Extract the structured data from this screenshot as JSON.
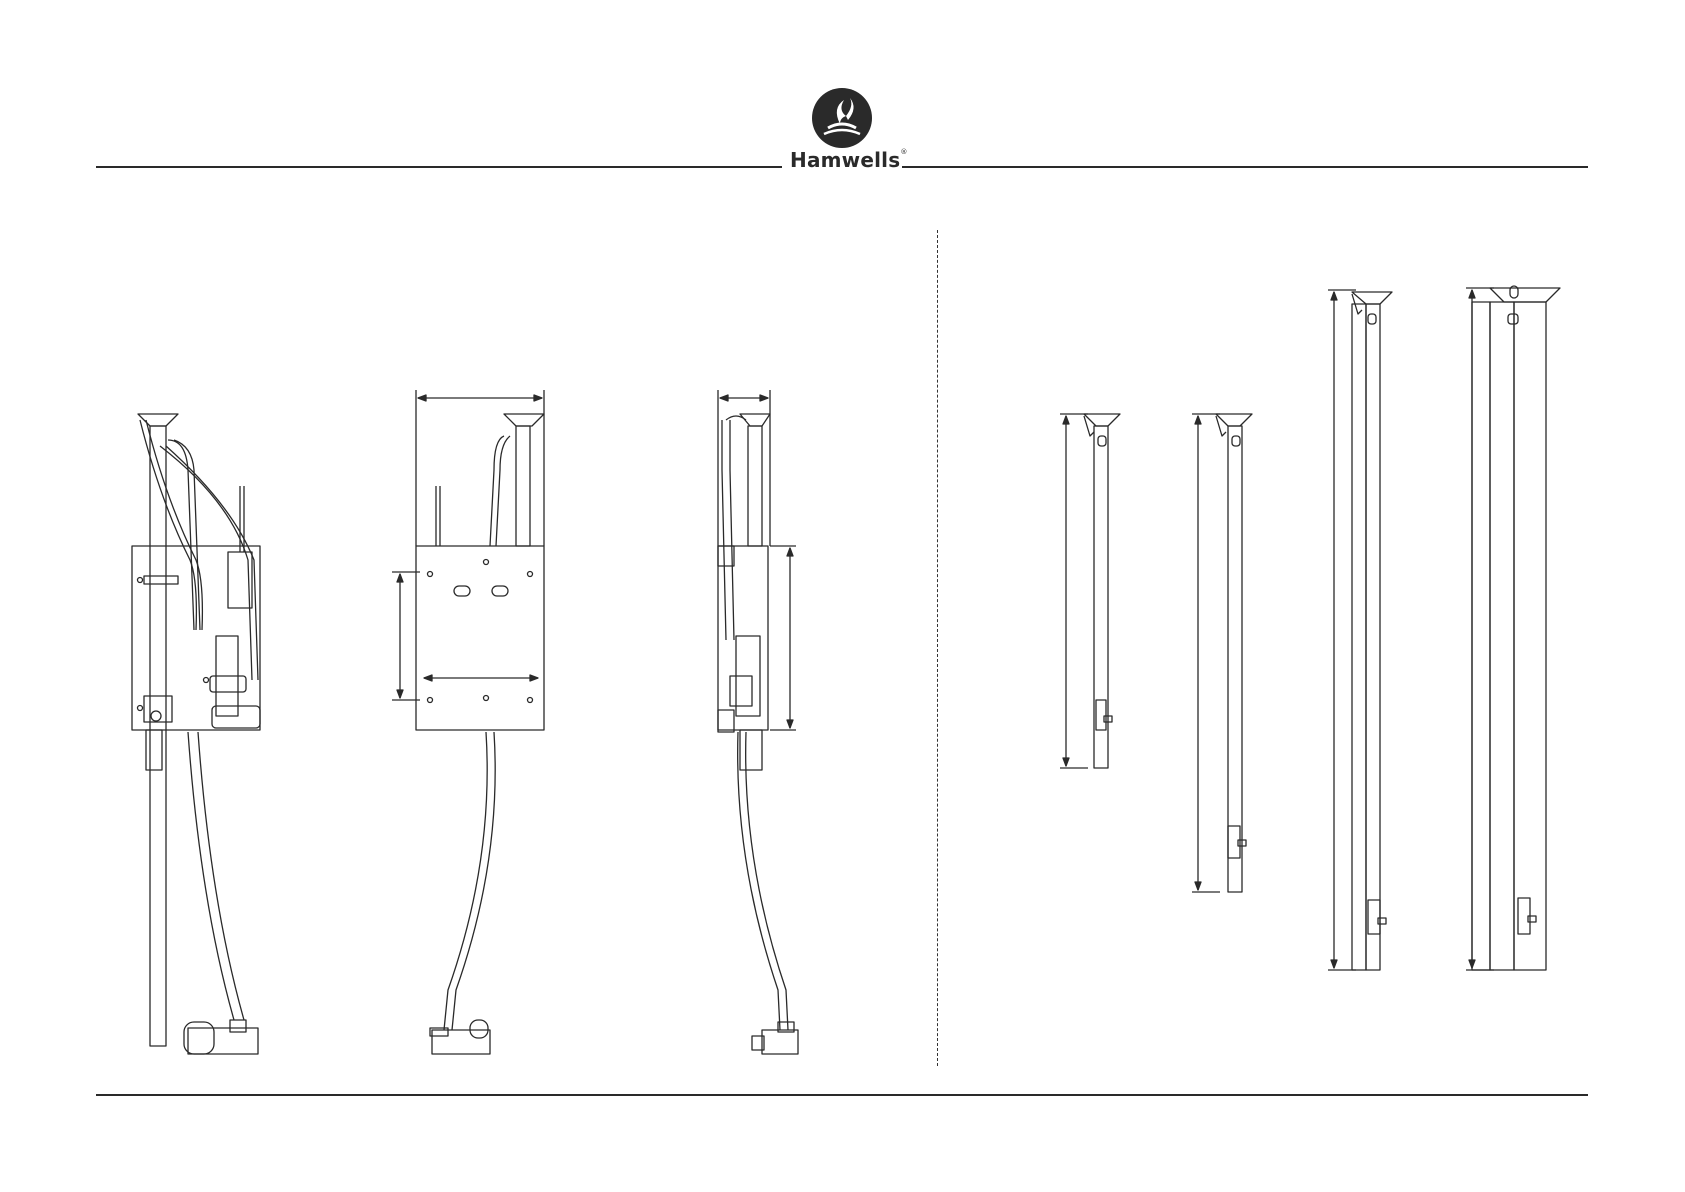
{
  "header": {
    "brand_name": "Hamwells",
    "brand_mark": "registered-trademark",
    "logo_icon": "swan-wave-emblem-icon"
  },
  "drawings": {
    "left_panel": [
      "unit-front-view-open",
      "unit-front-view-closed",
      "unit-side-view"
    ],
    "right_panel": [
      "column-short",
      "column-medium",
      "column-tall-single",
      "column-tall-double"
    ]
  },
  "colors": {
    "line": "#2a2a2a",
    "background": "#ffffff"
  }
}
